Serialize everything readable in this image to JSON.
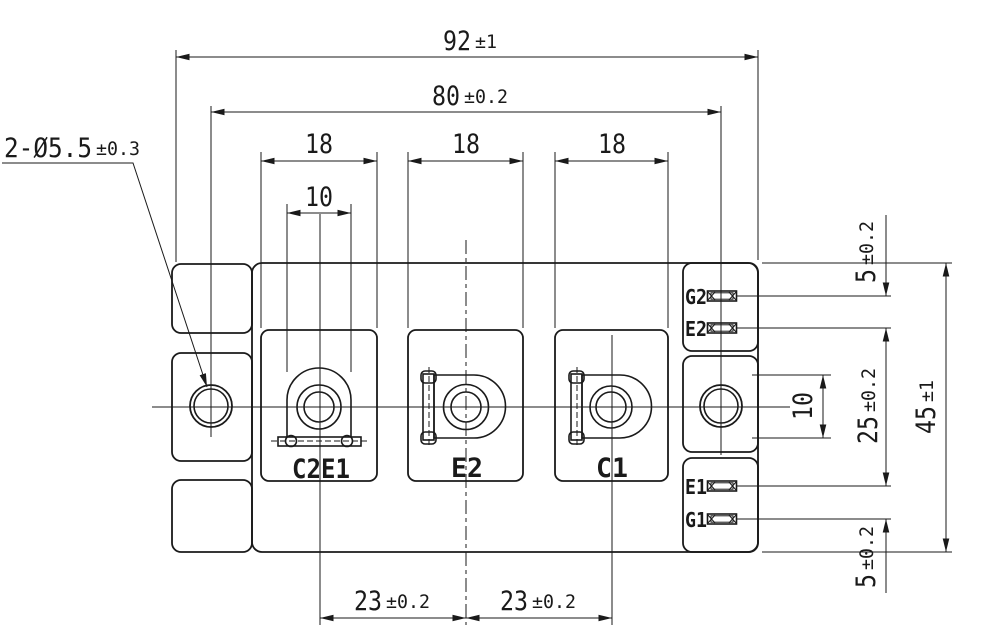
{
  "drawing": {
    "type": "power-module-outline-drawing",
    "colors": {
      "line": "#1a1a1a",
      "background": "#ffffff"
    },
    "dimensions": {
      "total_width": {
        "value": "92",
        "tol": "±1"
      },
      "hole_span": {
        "value": "80",
        "tol": "±0.2"
      },
      "block_widths": [
        "18",
        "18",
        "18"
      ],
      "terminal_width": {
        "value": "10"
      },
      "terminal_pitch": [
        {
          "value": "23",
          "tol": "±0.2"
        },
        {
          "value": "23",
          "tol": "±0.2"
        }
      ],
      "pin_offset_top": {
        "value": "5",
        "tol": "±0.2"
      },
      "pin_span_right": {
        "value": "25",
        "tol": "±0.2"
      },
      "pin_offset_bottom": {
        "value": "5",
        "tol": "±0.2"
      },
      "total_height": {
        "value": "45",
        "tol": "±1"
      },
      "busbar_width": {
        "value": "10"
      },
      "mounting_holes_callout": {
        "value": "2-Ø5.5",
        "tol": "±0.3"
      }
    },
    "terminal_labels": [
      "C2E1",
      "E2",
      "C1"
    ],
    "pin_labels": [
      "G2",
      "E2",
      "E1",
      "G1"
    ]
  }
}
